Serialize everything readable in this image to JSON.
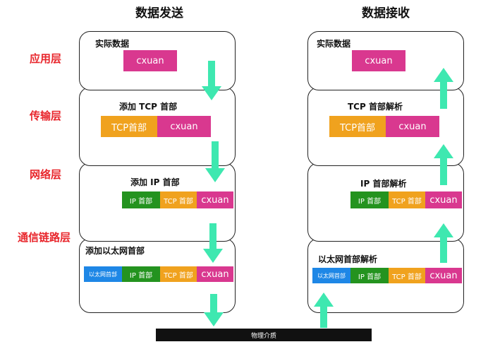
{
  "titles": {
    "send": "数据发送",
    "receive": "数据接收"
  },
  "layers": [
    "应用层",
    "传输层",
    "网络层",
    "通信链路层"
  ],
  "send": {
    "app": {
      "title": "实际数据",
      "data": "cxuan"
    },
    "transport": {
      "title": "添加 TCP 首部",
      "tcp": "TCP首部",
      "data": "cxuan"
    },
    "network": {
      "title": "添加 IP 首部",
      "ip": "IP 首部",
      "tcp": "TCP 首部",
      "data": "cxuan"
    },
    "link": {
      "title": "添加以太网首部",
      "eth": "以太网首部",
      "ip": "IP 首部",
      "tcp": "TCP 首部",
      "data": "cxuan"
    }
  },
  "receive": {
    "app": {
      "title": "实际数据",
      "data": "cxuan"
    },
    "transport": {
      "title": "TCP 首部解析",
      "tcp": "TCP首部",
      "data": "cxuan"
    },
    "network": {
      "title": "IP 首部解析",
      "ip": "IP 首部",
      "tcp": "TCP 首部",
      "data": "cxuan"
    },
    "link": {
      "title": "以太网首部解析",
      "eth": "以太网首部",
      "ip": "IP 首部",
      "tcp": "TCP 首部",
      "data": "cxuan"
    }
  },
  "medium": "物理介质",
  "colors": {
    "data": "#d9388f",
    "tcp": "#f0a21e",
    "ip": "#24931f",
    "eth": "#1e87e6",
    "arrow": "#3ee8b0",
    "layer_label": "#e8262c"
  }
}
